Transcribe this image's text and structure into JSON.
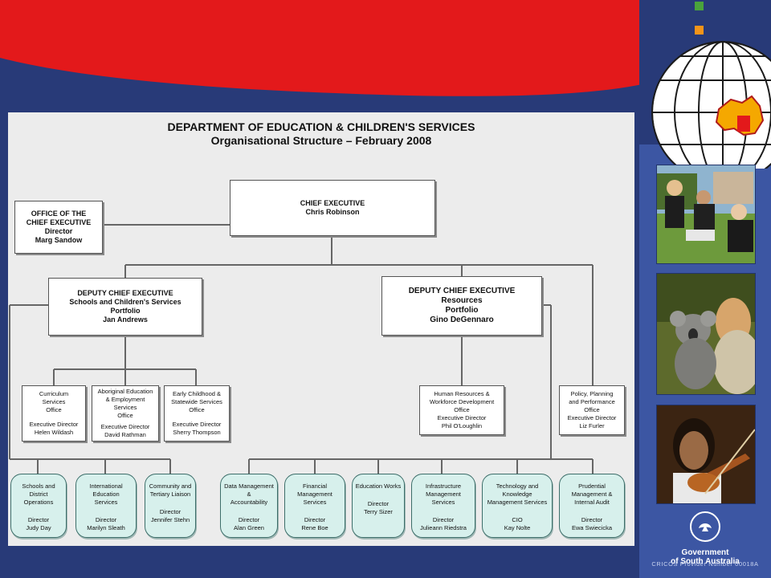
{
  "chart": {
    "title": "DEPARTMENT OF EDUCATION & CHILDREN'S SERVICES",
    "subtitle": "Organisational Structure – February 2008"
  },
  "office": {
    "l1": "OFFICE OF THE",
    "l2": "CHIEF EXECUTIVE",
    "l3": "Director",
    "l4": "Marg Sandow"
  },
  "chief": {
    "l1": "CHIEF EXECUTIVE",
    "l2": "Chris Robinson"
  },
  "dep_left": {
    "l1": "DEPUTY CHIEF EXECUTIVE",
    "l2": "Schools and Children's Services",
    "l3": "Portfolio",
    "l4": "Jan Andrews"
  },
  "dep_right": {
    "l1": "DEPUTY CHIEF EXECUTIVE",
    "l2": "Resources",
    "l3": "Portfolio",
    "l4": "Gino DeGennaro"
  },
  "offices": [
    {
      "l1": "Curriculum",
      "l2": "Services",
      "l3": "Office",
      "l4": "Executive Director",
      "l5": "Helen Wildash"
    },
    {
      "l1": "Aboriginal Education",
      "l2": "& Employment Services",
      "l3": "Office",
      "l4": "Executive Director",
      "l5": "David Rathman"
    },
    {
      "l1": "Early Childhood &",
      "l2": "Statewide Services",
      "l3": "Office",
      "l4": "Executive Director",
      "l5": "Sherry Thompson"
    },
    {
      "l1": "Human Resources &",
      "l2": "Workforce Development",
      "l3": "Office",
      "l4": "Executive Director",
      "l5": "Phil O'Loughlin"
    },
    {
      "l1": "Policy, Planning",
      "l2": "and Performance",
      "l3": "Office",
      "l4": "Executive Director",
      "l5": "Liz Furler"
    }
  ],
  "services": [
    {
      "l1": "Schools and District",
      "l2": "Operations",
      "l3": "Director",
      "l4": "Judy Day"
    },
    {
      "l1": "International Education",
      "l2": "Services",
      "l3": "Director",
      "l4": "Marilyn Sleath"
    },
    {
      "l1": "Community and",
      "l2": "Tertiary Liaison",
      "l3": "Director",
      "l4": "Jennifer Stehn"
    },
    {
      "l1": "Data Management &",
      "l2": "Accountability",
      "l3": "Director",
      "l4": "Alan Green"
    },
    {
      "l1": "Financial Management",
      "l2": "Services",
      "l3": "Director",
      "l4": "Rene Boe"
    },
    {
      "l1": "Education Works",
      "l2": "",
      "l3": "Director",
      "l4": "Terry Sizer"
    },
    {
      "l1": "Infrastructure",
      "l2": "Management Services",
      "l3": "Director",
      "l4": "Julieann Riedstra"
    },
    {
      "l1": "Technology and Knowledge",
      "l2": "Management Services",
      "l3": "CIO",
      "l4": "Kay Nolte"
    },
    {
      "l1": "Prudential Management &",
      "l2": "Internal Audit",
      "l3": "Director",
      "l4": "Ewa Swiecicka"
    }
  ],
  "branding": {
    "govt_line1": "Government",
    "govt_line2": "of South Australia",
    "cricos": "CRICOS Provider Number 00018A"
  },
  "colors": {
    "banner_red": "#e3191b",
    "background_navy": "#283a78",
    "panel_blue": "#3c56a3",
    "dot_green": "#4aa33b",
    "dot_orange": "#f39419",
    "dot_navy": "#1e2f6e",
    "box_teal": "#d7f0ec"
  }
}
